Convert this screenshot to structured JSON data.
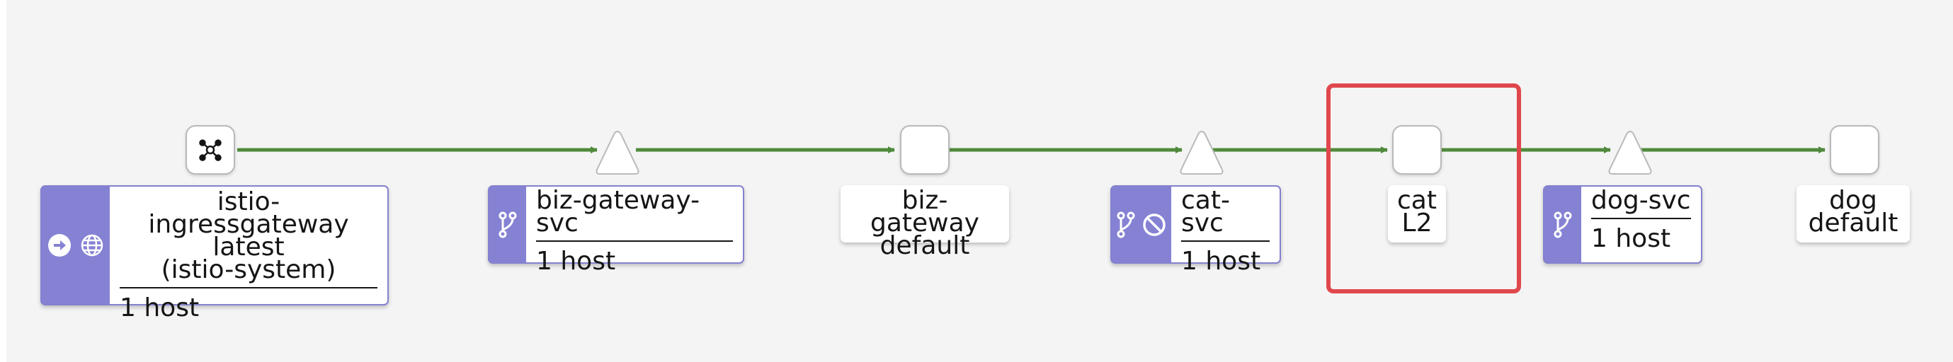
{
  "colors": {
    "edge": "#4f8a3c",
    "badge_fill": "#8582d4",
    "badge_border": "#8481cf",
    "highlight": "#e0474c",
    "canvas": "#f4f4f4"
  },
  "nodes": {
    "ingress": {
      "icons": [
        "arrow-circle-right-icon",
        "globe-icon"
      ],
      "title_lines": [
        "istio-ingressgateway",
        "latest",
        "(istio-system)"
      ],
      "host": "1 host",
      "shape_icon": "network-hub-icon"
    },
    "biz_gateway_svc": {
      "icons": [
        "branch-icon"
      ],
      "title": "biz-gateway-svc",
      "host": "1 host"
    },
    "biz_gateway": {
      "title_lines": [
        "biz-gateway",
        "default"
      ]
    },
    "cat_svc": {
      "icons": [
        "branch-icon",
        "blocked-icon"
      ],
      "title": "cat-svc",
      "host": "1 host"
    },
    "cat": {
      "title_lines": [
        "cat",
        "L2"
      ],
      "highlighted": true
    },
    "dog_svc": {
      "icons": [
        "branch-icon"
      ],
      "title": "dog-svc",
      "host": "1 host"
    },
    "dog": {
      "title_lines": [
        "dog",
        "default"
      ]
    }
  }
}
